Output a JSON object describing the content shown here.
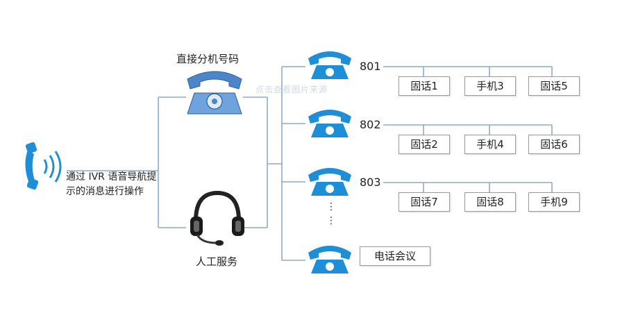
{
  "diagram": {
    "direct_ext_title": "直接分机号码",
    "manual_service_title": "人工服务",
    "caller_note": "通过 IVR 语音导航提示的消息进行操作",
    "watermark": "点击查看图片来源",
    "extensions": [
      {
        "id": "801",
        "devices": [
          "固话1",
          "手机3",
          "固话5"
        ]
      },
      {
        "id": "802",
        "devices": [
          "固话2",
          "手机4",
          "固话6"
        ]
      },
      {
        "id": "803",
        "devices": [
          "固话7",
          "固话8",
          "手机9"
        ]
      }
    ],
    "conference_label": "电话会议",
    "ellipsis": "⋮"
  },
  "colors": {
    "line": "#8fa8c8",
    "phone_blue": "#1e8fd6",
    "desk_phone": "#4c86c9",
    "box_border": "#9a9a9a"
  },
  "icons": [
    "handset-ringing-icon",
    "desk-phone-icon",
    "headset-icon",
    "telephone-icon"
  ]
}
